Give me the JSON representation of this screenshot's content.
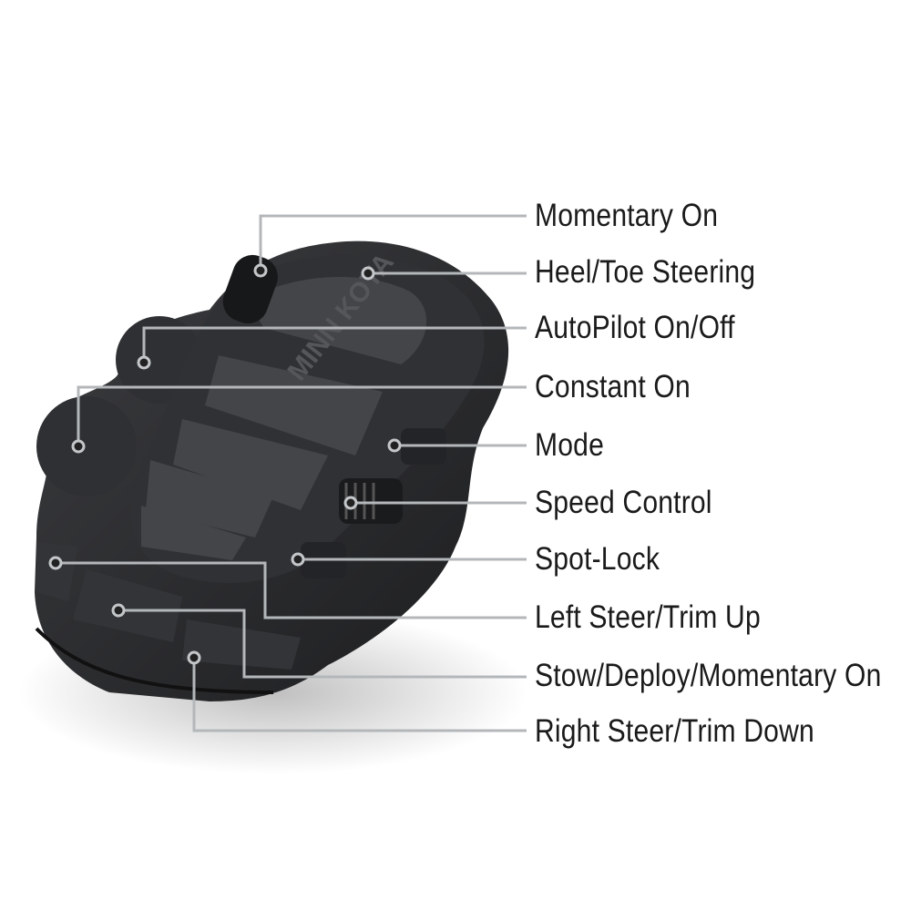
{
  "product": {
    "brand_text": "MINN KOTA",
    "body_color": "#2a2b2e",
    "pad_color": "#3a3b3e",
    "leader_color": "#b4b7ba"
  },
  "callouts": [
    {
      "label": "Momentary On"
    },
    {
      "label": "Heel/Toe Steering"
    },
    {
      "label": "AutoPilot On/Off"
    },
    {
      "label": "Constant On"
    },
    {
      "label": "Mode"
    },
    {
      "label": "Speed Control"
    },
    {
      "label": "Spot-Lock"
    },
    {
      "label": "Left Steer/Trim Up"
    },
    {
      "label": "Stow/Deploy/Momentary On"
    },
    {
      "label": "Right Steer/Trim Down"
    }
  ]
}
